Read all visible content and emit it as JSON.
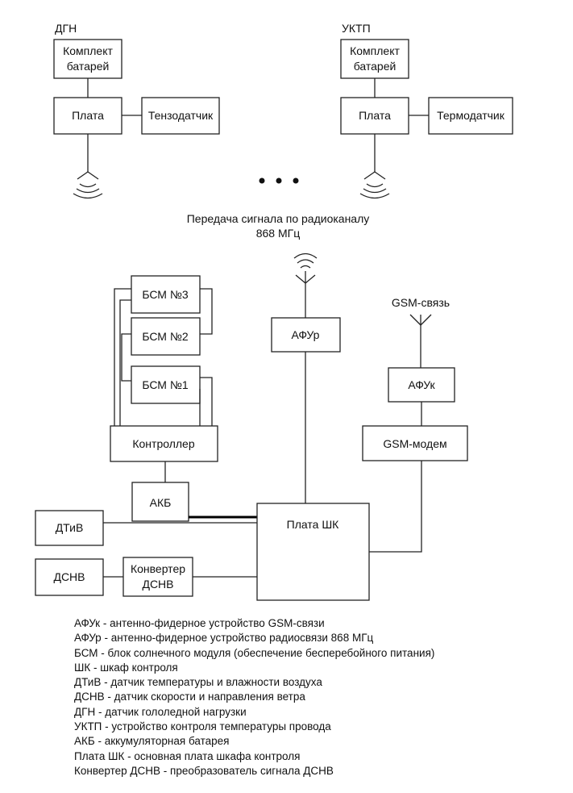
{
  "top_left": {
    "title": "ДГН",
    "battery": [
      "Комплект",
      "батарей"
    ],
    "board": "Плата",
    "sensor": "Тензодатчик"
  },
  "top_right": {
    "title": "УКТП",
    "battery": [
      "Комплект",
      "батарей"
    ],
    "board": "Плата",
    "sensor": "Термодатчик"
  },
  "radio_caption": [
    "Передача сигнала по радиоканалу",
    "868 МГц"
  ],
  "gsm_caption": "GSM-связь",
  "blocks": {
    "bsm3": "БСМ №3",
    "bsm2": "БСМ №2",
    "bsm1": "БСМ №1",
    "controller": "Контроллер",
    "akb": "АКБ",
    "afur": "АФУр",
    "afuk": "АФУк",
    "gsm_modem": "GSM-модем",
    "main_board": "Плата ШК",
    "dtiv": "ДТиВ",
    "dsnv": "ДСНВ",
    "converter": [
      "Конвертер",
      "ДСНВ"
    ]
  },
  "legend": [
    "АФУк - антенно-фидерное устройство GSM-связи",
    "АФУр - антенно-фидерное устройство радиосвязи 868 МГц",
    "БСМ - блок солнечного  модуля (обеспечение бесперебойного питания)",
    "ШК - шкаф контроля",
    "ДТиВ - датчик температуры и влажности воздуха",
    "ДСНВ - датчик скорости и направления ветра",
    "ДГН - датчик гололедной нагрузки",
    "УКТП - устройство контроля температуры провода",
    "АКБ - аккумуляторная батарея",
    "Плата ШК - основная плата шкафа контроля",
    "Конвертер ДСНВ - преобразователь сигнала ДСНВ"
  ]
}
